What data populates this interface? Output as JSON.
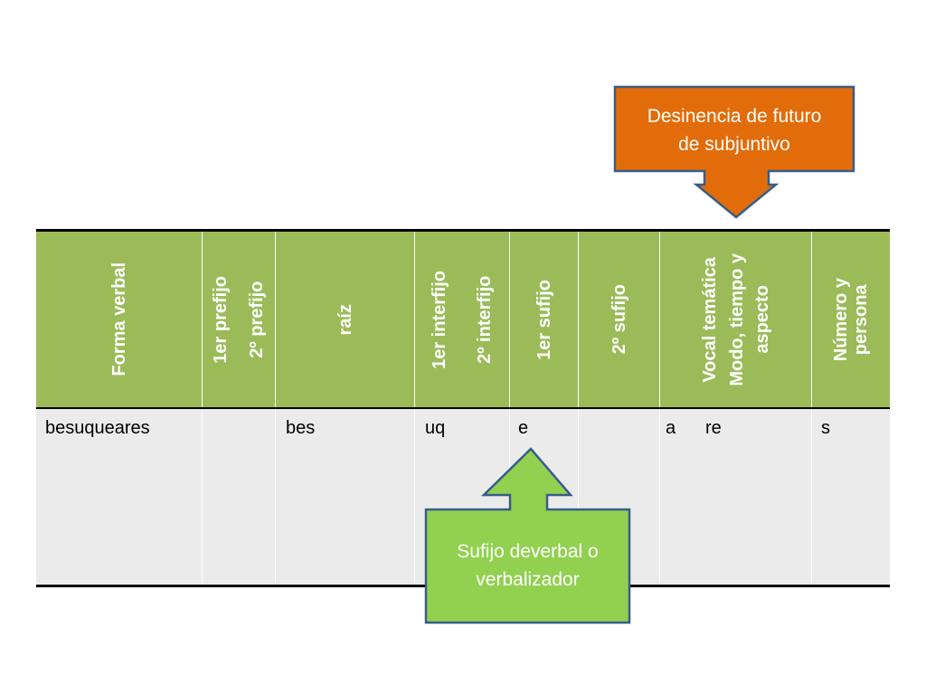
{
  "colors": {
    "header_green": "#9bbb59",
    "body_gray": "#ebebeb",
    "orange_callout": "#e36c0a",
    "green_callout": "#92d050",
    "callout_border": "#385d8a"
  },
  "table": {
    "headers": {
      "forma_verbal": "Forma verbal",
      "prefijo_1": "1er prefijo",
      "prefijo_2": "2º prefijo",
      "raiz": "raíz",
      "interfijo_1": "1er interfijo",
      "interfijo_2": "2º interfijo",
      "sufijo_1": "1er sufijo",
      "sufijo_2": "2º sufijo",
      "vocal_tematica": "Vocal temática",
      "modo_line1": "Modo, tiempo y",
      "modo_line2": "aspecto",
      "numero_line1": "Número y",
      "numero_line2": "persona"
    },
    "row": {
      "forma_verbal": "besuqueares",
      "raiz": "bes",
      "interfijo": "uq",
      "sufijo_1": "e",
      "vocal_tematica": "a",
      "modo": "re",
      "numero": "s"
    }
  },
  "callouts": {
    "top": {
      "line1": "Desinencia de futuro",
      "line2": "de subjuntivo"
    },
    "bottom": {
      "line1": "Sufijo deverbal o",
      "line2": "verbalizador"
    }
  }
}
